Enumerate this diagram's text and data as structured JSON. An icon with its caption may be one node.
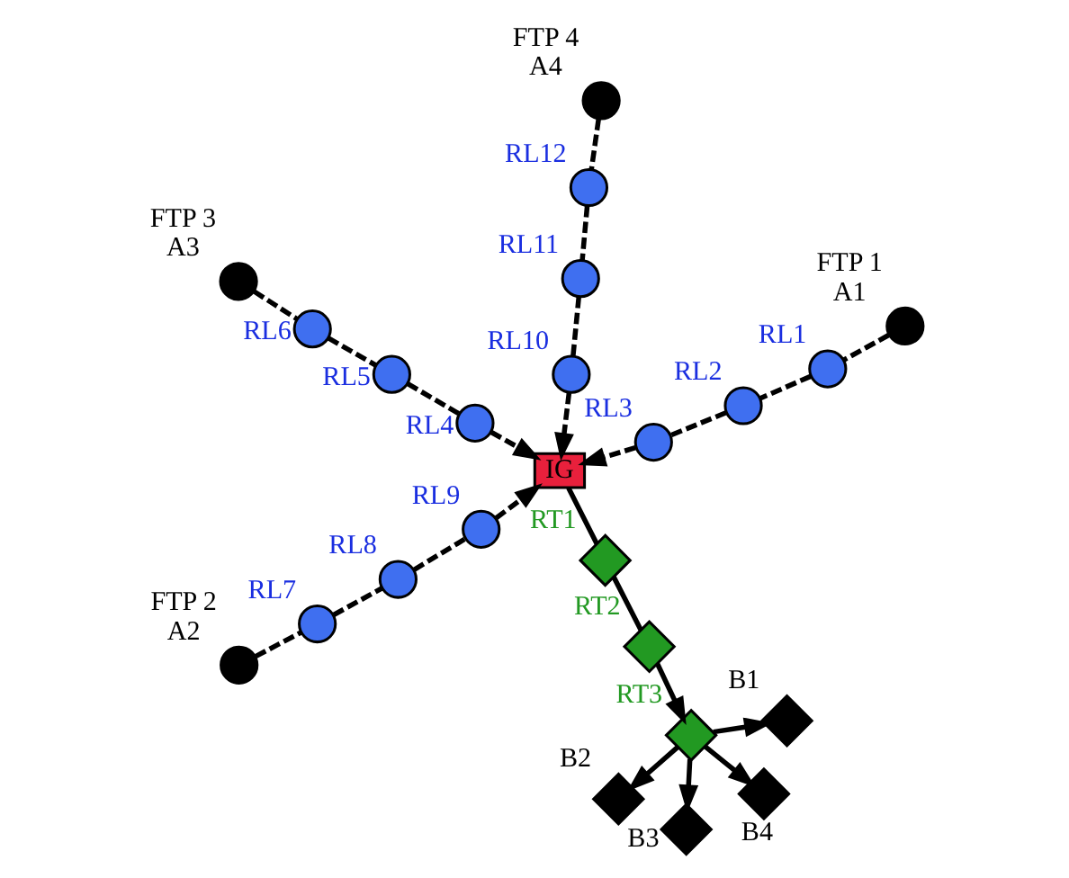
{
  "diagram": {
    "nodes": [
      {
        "text": [],
        "shape": "circle",
        "beside": [
          "FTP 2",
          "A2"
        ]
      },
      {
        "text": [],
        "shape": "circle",
        "beside": [
          "RL7"
        ]
      },
      {
        "text": [],
        "shape": "circle",
        "beside": [
          "RL8"
        ]
      },
      {
        "text": [],
        "shape": "circle",
        "beside": [
          "RL9"
        ]
      },
      {
        "text": [],
        "shape": "diamond",
        "beside": [
          "B1"
        ]
      },
      {
        "text": [],
        "shape": "diamond",
        "beside": [
          "B2"
        ]
      },
      {
        "text": [],
        "shape": "diamond",
        "beside": [
          "B3"
        ]
      },
      {
        "text": [],
        "shape": "diamond",
        "beside": [
          "RT3"
        ]
      },
      {
        "text": [],
        "shape": "diamond",
        "beside": [
          "B4"
        ]
      },
      {
        "text": [],
        "shape": "diamond",
        "beside": [
          "RT2"
        ]
      },
      {
        "text": [],
        "shape": "diamond",
        "beside": [
          "RT1"
        ]
      },
      {
        "text": [],
        "shape": "circle",
        "beside": [
          "FTP 1",
          "A1"
        ]
      },
      {
        "text": [],
        "shape": "circle",
        "beside": [
          "RL1"
        ]
      },
      {
        "text": [],
        "shape": "circle",
        "beside": [
          "RL2"
        ]
      },
      {
        "text": [],
        "shape": "circle",
        "beside": [
          "RL3"
        ]
      },
      {
        "text": [
          "IG"
        ]
      },
      {
        "text": [],
        "shape": "circle",
        "beside": [
          "RL4"
        ]
      },
      {
        "text": [],
        "shape": "circle",
        "beside": [
          "RL5"
        ]
      },
      {
        "text": [],
        "shape": "circle",
        "beside": [
          "RL6"
        ]
      },
      {
        "text": [],
        "shape": "circle",
        "beside": [
          "FTP 3",
          "A3"
        ]
      },
      {
        "text": [],
        "shape": "circle",
        "beside": [
          "RL10"
        ]
      },
      {
        "text": [],
        "shape": "circle",
        "beside": [
          "RL11"
        ]
      },
      {
        "text": [],
        "shape": "circle",
        "beside": [
          "RL12"
        ]
      },
      {
        "text": [],
        "shape": "circle",
        "beside": [
          "FTP 4",
          "A4"
        ]
      }
    ],
    "edges": [
      {
        "from": 11,
        "to": 12,
        "arrow": "none",
        "style": "dashed"
      },
      {
        "from": 12,
        "to": 13,
        "arrow": "none",
        "style": "dashed"
      },
      {
        "from": 13,
        "to": 14,
        "arrow": "none",
        "style": "dashed"
      },
      {
        "from": 14,
        "to": 15,
        "arrow": "to",
        "style": "dashed"
      },
      {
        "from": 0,
        "to": 1,
        "arrow": "none",
        "style": "dashed"
      },
      {
        "from": 1,
        "to": 2,
        "arrow": "none",
        "style": "dashed"
      },
      {
        "from": 2,
        "to": 3,
        "arrow": "none",
        "style": "dashed"
      },
      {
        "from": 3,
        "to": 15,
        "arrow": "to",
        "style": "dashed"
      },
      {
        "from": 19,
        "to": 18,
        "arrow": "none",
        "style": "dashed"
      },
      {
        "from": 18,
        "to": 17,
        "arrow": "none",
        "style": "dashed"
      },
      {
        "from": 17,
        "to": 16,
        "arrow": "none",
        "style": "dashed"
      },
      {
        "from": 16,
        "to": 15,
        "arrow": "to",
        "style": "dashed"
      },
      {
        "from": 23,
        "to": 22,
        "arrow": "none",
        "style": "dashed"
      },
      {
        "from": 22,
        "to": 21,
        "arrow": "none",
        "style": "dashed"
      },
      {
        "from": 21,
        "to": 20,
        "arrow": "none",
        "style": "dashed"
      },
      {
        "from": 20,
        "to": 15,
        "arrow": "to",
        "style": "dashed"
      },
      {
        "from": 15,
        "to": 10,
        "arrow": "none"
      },
      {
        "from": 10,
        "to": 9,
        "arrow": "none"
      },
      {
        "from": 9,
        "to": 7,
        "arrow": "to"
      },
      {
        "from": 7,
        "to": 4,
        "arrow": "to"
      },
      {
        "from": 7,
        "to": 5,
        "arrow": "to"
      },
      {
        "from": 7,
        "to": 6,
        "arrow": "to"
      },
      {
        "from": 7,
        "to": 8,
        "arrow": "to"
      }
    ]
  }
}
